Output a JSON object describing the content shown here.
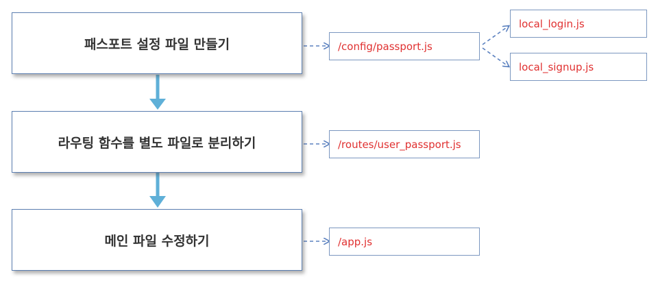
{
  "steps": [
    {
      "label": "패스포트 설정 파일 만들기"
    },
    {
      "label": "라우팅 함수를 별도 파일로 분리하기"
    },
    {
      "label": "메인 파일 수정하기"
    }
  ],
  "files": {
    "config_passport": "/config/passport.js",
    "routes_user_passport": "/routes/user_passport.js",
    "app": "/app.js",
    "local_login": "local_login.js",
    "local_signup": "local_signup.js"
  },
  "colors": {
    "step_arrow": "#5fb0d8",
    "dashed_arrow": "#5a80bf",
    "file_text": "#e03030",
    "step_text": "#333333"
  }
}
